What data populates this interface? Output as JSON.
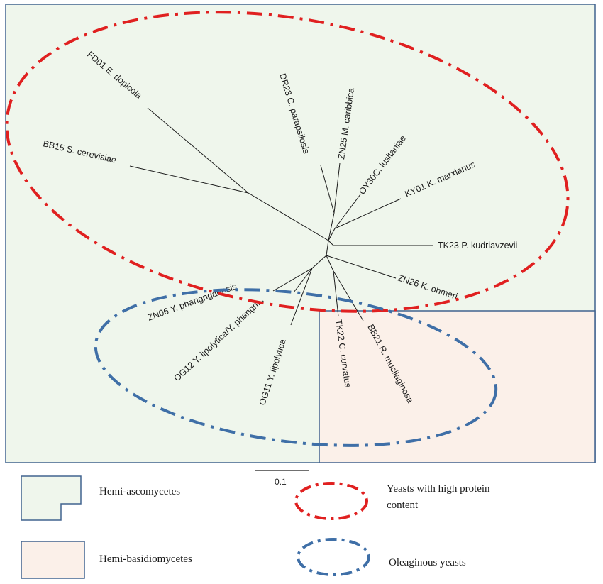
{
  "regions": {
    "ascomycetes_color": "#eff6ec",
    "basidiomycetes_color": "#fbf0e9",
    "border_color": "#41638f"
  },
  "ellipses": {
    "high_protein_color": "#e02020",
    "oleaginous_color": "#3f6fa7"
  },
  "tree": {
    "leaves": [
      {
        "id": "FD01",
        "label": "FD01 E. dopicola"
      },
      {
        "id": "BB15",
        "label": "BB15 S. cerevisiae"
      },
      {
        "id": "DR23",
        "label": "DR23 C. parapsilosis"
      },
      {
        "id": "ZN25",
        "label": "ZN25 M. caribbica"
      },
      {
        "id": "OY30",
        "label": "OY30C. lusitaniae"
      },
      {
        "id": "KY01",
        "label": "KY01 K. marxianus"
      },
      {
        "id": "TK23",
        "label": "TK23 P. kudriavzevii"
      },
      {
        "id": "ZN26",
        "label": "ZN26 K. ohmeri"
      },
      {
        "id": "ZN06",
        "label": "ZN06 Y. phangngaensis"
      },
      {
        "id": "OG12",
        "label": "OG12 Y. lipolytica/Y. phangn..."
      },
      {
        "id": "OG11",
        "label": "OG11 Y. lipolytica"
      },
      {
        "id": "TK22",
        "label": "TK22 C. curvatus"
      },
      {
        "id": "BB21",
        "label": "BB21 R. mucilaginosa"
      }
    ],
    "scale_label": "0.1"
  },
  "legend": {
    "ascomycetes": "Hemi-ascomycetes",
    "basidiomycetes": "Hemi-basidiomycetes",
    "high_protein_line1": "Yeasts with high protein",
    "high_protein_line2": "content",
    "oleaginous": "Oleaginous yeasts"
  }
}
